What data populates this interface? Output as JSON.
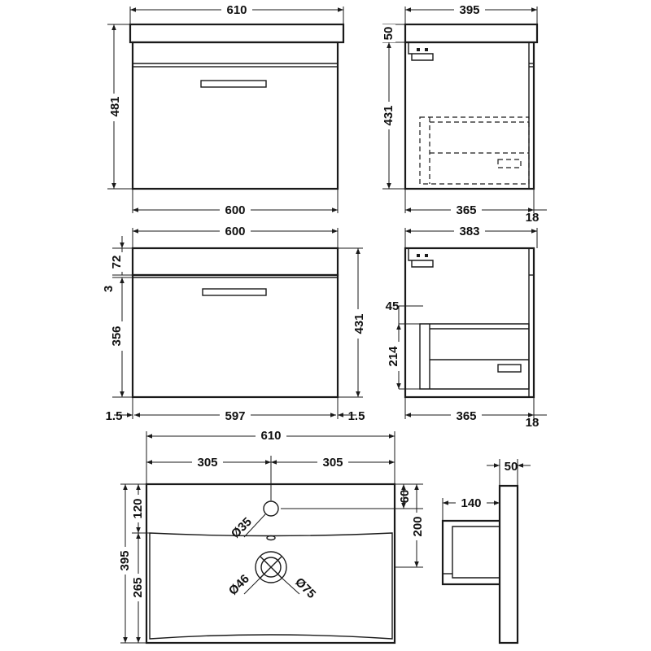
{
  "drawing": {
    "front_top": {
      "width_top": "610",
      "height": "481",
      "width_bottom": "600"
    },
    "side_top": {
      "depth_top": "395",
      "top_height": "50",
      "body_height": "431",
      "depth_bottom": "365",
      "back_gap": "18"
    },
    "front_mid": {
      "width_top": "600",
      "top_band": "72",
      "gap": "3",
      "drawer_height": "356",
      "total_height": "431",
      "left_margin": "1.5",
      "drawer_width": "597",
      "right_margin": "1.5"
    },
    "side_mid": {
      "depth_top": "383",
      "drawer_offset": "45",
      "drawer_height": "214",
      "depth_bottom": "365",
      "back_gap": "18"
    },
    "basin_plan": {
      "width": "610",
      "half_left": "305",
      "half_right": "305",
      "tap_offset": "60",
      "rear_depth": "120",
      "bowl_offset": "200",
      "front_depth": "265",
      "total_depth": "395",
      "tap_hole": "Ø35",
      "waste_inner": "Ø46",
      "waste_outer": "Ø75"
    },
    "basin_section": {
      "rim_thickness": "50",
      "bowl_depth": "140"
    }
  }
}
